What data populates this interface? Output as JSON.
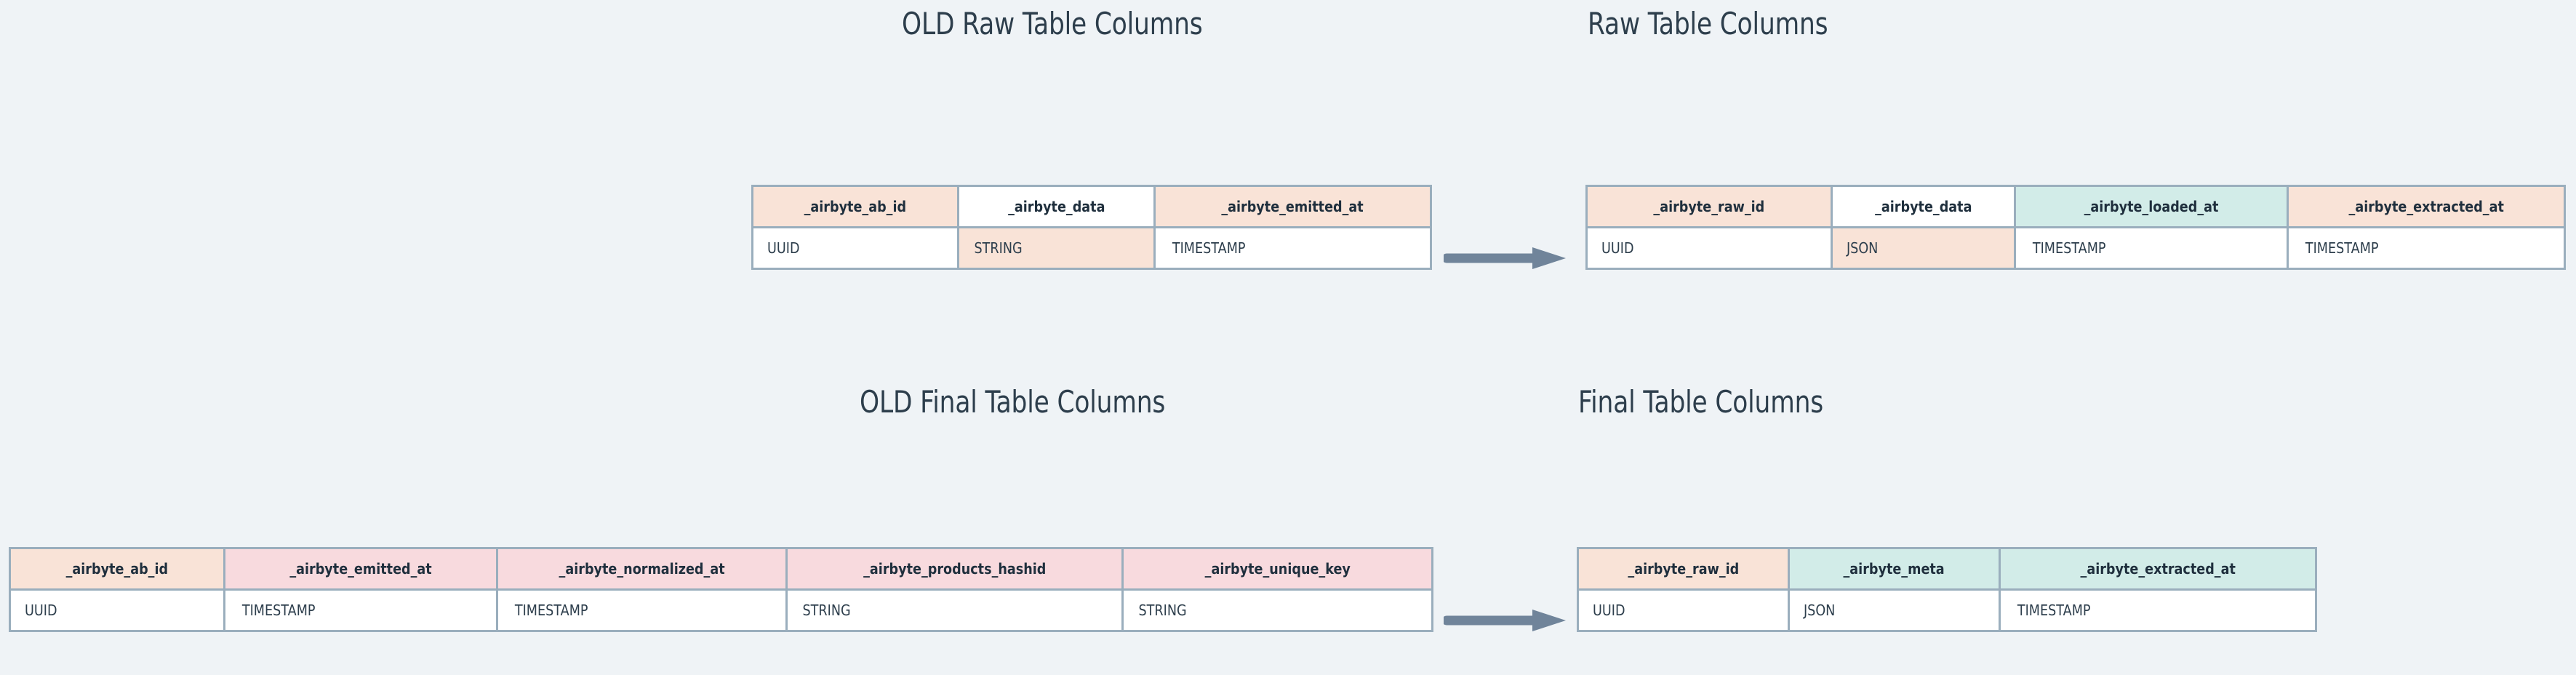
{
  "background_color": "#eff3f6",
  "palette": {
    "peach": "#f9e3d7",
    "teal": "#d2ece8",
    "pink": "#f8dade",
    "white": "#ffffff",
    "border": "#9aaebd",
    "text": "#2d3e4c",
    "arrow": "#70849a"
  },
  "sections": {
    "top": {
      "old_title": "OLD Raw Table Columns",
      "new_title": "Raw Table Columns",
      "old_table": {
        "headers": [
          {
            "label": "_airbyte_ab_id",
            "fill": "peach"
          },
          {
            "label": "_airbyte_data",
            "fill": "white"
          },
          {
            "label": "_airbyte_emitted_at",
            "fill": "peach"
          }
        ],
        "values": [
          {
            "label": "UUID",
            "fill": "white"
          },
          {
            "label": "STRING",
            "fill": "peach"
          },
          {
            "label": "TIMESTAMP",
            "fill": "white"
          }
        ]
      },
      "new_table": {
        "headers": [
          {
            "label": "_airbyte_raw_id",
            "fill": "peach"
          },
          {
            "label": "_airbyte_data",
            "fill": "white"
          },
          {
            "label": "_airbyte_loaded_at",
            "fill": "teal"
          },
          {
            "label": "_airbyte_extracted_at",
            "fill": "peach"
          }
        ],
        "values": [
          {
            "label": "UUID",
            "fill": "white"
          },
          {
            "label": "JSON",
            "fill": "peach"
          },
          {
            "label": "TIMESTAMP",
            "fill": "white"
          },
          {
            "label": "TIMESTAMP",
            "fill": "white"
          }
        ]
      }
    },
    "bottom": {
      "old_title": "OLD Final Table Columns",
      "new_title": "Final Table Columns",
      "old_table": {
        "headers": [
          {
            "label": "_airbyte_ab_id",
            "fill": "peach"
          },
          {
            "label": "_airbyte_emitted_at",
            "fill": "pink"
          },
          {
            "label": "_airbyte_normalized_at",
            "fill": "pink"
          },
          {
            "label": "_airbyte_products_hashid",
            "fill": "pink"
          },
          {
            "label": "_airbyte_unique_key",
            "fill": "pink"
          }
        ],
        "values": [
          {
            "label": "UUID",
            "fill": "white"
          },
          {
            "label": "TIMESTAMP",
            "fill": "white"
          },
          {
            "label": "TIMESTAMP",
            "fill": "white"
          },
          {
            "label": "STRING",
            "fill": "white"
          },
          {
            "label": "STRING",
            "fill": "white"
          }
        ]
      },
      "new_table": {
        "headers": [
          {
            "label": "_airbyte_raw_id",
            "fill": "peach"
          },
          {
            "label": "_airbyte_meta",
            "fill": "teal"
          },
          {
            "label": "_airbyte_extracted_at",
            "fill": "teal"
          }
        ],
        "values": [
          {
            "label": "UUID",
            "fill": "white"
          },
          {
            "label": "JSON",
            "fill": "white"
          },
          {
            "label": "TIMESTAMP",
            "fill": "white"
          }
        ]
      }
    }
  }
}
